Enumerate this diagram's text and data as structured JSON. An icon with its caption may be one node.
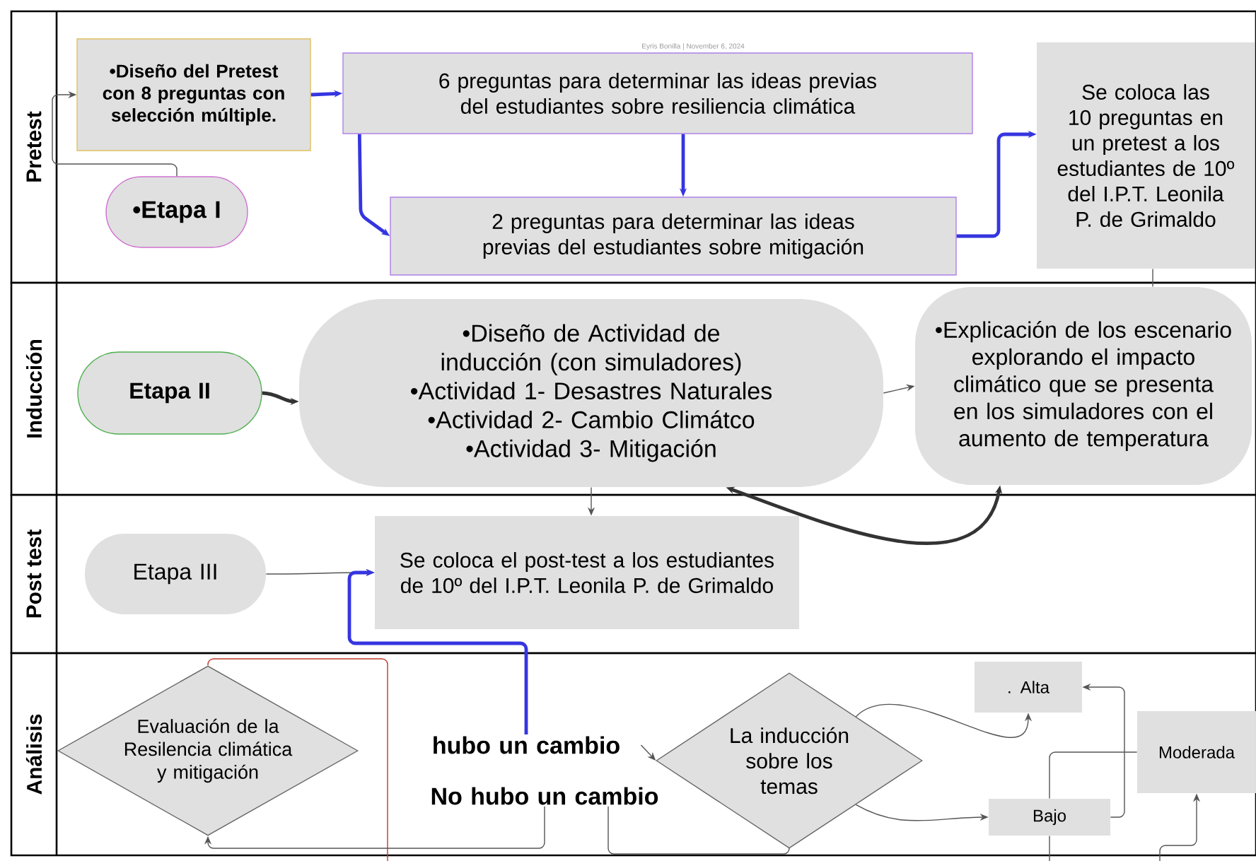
{
  "diagram": {
    "nodes": [
      {
        "text": [
          "Pretest"
        ]
      },
      {
        "text": [
          "•Diseño del Pretest con 8 preguntas con selección múltiple."
        ],
        "in": 0
      },
      {
        "text": [
          "•Etapa I"
        ],
        "in": 0
      },
      {
        "text": [
          "6 preguntas para determinar las ideas previas del estudiantes sobre resiliencia climática"
        ],
        "in": 0
      },
      {
        "text": [
          "2 preguntas para determinar las ideas previas del estudiantes sobre mitigación"
        ],
        "in": 0
      },
      {
        "text": [
          "Se coloca las 10 preguntas en un pretest a los estudiantes de 10º del I.P.T. Leonila P. de Grimaldo"
        ],
        "in": 0
      },
      {
        "text": [
          "Inducción"
        ]
      },
      {
        "text": [
          "Etapa II"
        ],
        "in": 6
      },
      {
        "text": [
          "•Diseño de Actividad de inducción (con simuladores)",
          "•Actividad 1- Desastres Naturales",
          "•Actividad 2- Cambio Climátco",
          "•Actividad 3- Mitigación"
        ],
        "in": 6
      },
      {
        "text": [
          "•Explicación de los escenario  explorando el impacto climático que se presenta en los simuladores con el aumento de temperatura"
        ],
        "in": 6
      },
      {
        "text": [
          "Post test"
        ]
      },
      {
        "text": [
          "Etapa III"
        ],
        "in": 10
      },
      {
        "text": [
          "Se coloca el post-test a los estudiantes de 10º del I.P.T. Leonila P. de Grimaldo"
        ],
        "in": 10
      },
      {
        "text": [
          "Análisis"
        ]
      },
      {
        "text": [
          "Evaluación de la Resilencia climática y mitigación"
        ],
        "in": 13
      },
      {
        "text": [
          "hubo un cambio"
        ],
        "in": 13
      },
      {
        "text": [
          "No  hubo un cambio"
        ],
        "in": 13
      },
      {
        "text": [
          "La inducción sobre los temas"
        ],
        "in": 13
      },
      {
        "text": [
          ". Alta"
        ],
        "in": 13
      },
      {
        "text": [
          "Moderada"
        ],
        "in": 13
      },
      {
        "text": [
          "Bajo"
        ],
        "in": 13
      }
    ],
    "edges": [
      {
        "from": 2,
        "to": 1,
        "arrow": "to"
      },
      {
        "from": 1,
        "to": 3,
        "arrow": "to",
        "style": "thick",
        "color": "#3535e0"
      },
      {
        "from": 3,
        "to": 4,
        "arrow": "to",
        "style": "thick",
        "color": "#3535e0"
      },
      {
        "from": 3,
        "to": 4,
        "arrow": "to",
        "style": "thick",
        "color": "#3535e0"
      },
      {
        "from": 4,
        "to": 5,
        "arrow": "to",
        "style": "thick",
        "color": "#3535e0"
      },
      {
        "from": 5,
        "to": 9,
        "arrow": "none"
      },
      {
        "from": 7,
        "to": 8,
        "arrow": "to",
        "style": "thick",
        "color": "#333333"
      },
      {
        "from": 8,
        "to": 9,
        "arrow": "to"
      },
      {
        "from": 8,
        "to": 9,
        "arrow": "both",
        "style": "thick",
        "color": "#333333"
      },
      {
        "from": 8,
        "to": 12,
        "arrow": "to"
      },
      {
        "from": 11,
        "to": 12,
        "arrow": "to"
      },
      {
        "from": 15,
        "to": 12,
        "arrow": "to",
        "style": "thick",
        "color": "#3535e0"
      },
      {
        "from": 14,
        "to": null,
        "arrow": "none",
        "color": "#c0392b"
      },
      {
        "from": 15,
        "to": 17,
        "arrow": "to"
      },
      {
        "from": 16,
        "to": 14,
        "arrow": "to"
      },
      {
        "from": 17,
        "to": 16,
        "arrow": "none"
      },
      {
        "from": 17,
        "to": 18,
        "arrow": "to"
      },
      {
        "from": 17,
        "to": 20,
        "arrow": "to"
      },
      {
        "from": 20,
        "to": 18,
        "arrow": "to"
      },
      {
        "from": 19,
        "to": 20,
        "arrow": "none"
      },
      {
        "from": 20,
        "to": null,
        "arrow": "none"
      },
      {
        "from": null,
        "to": 19,
        "arrow": "to"
      }
    ],
    "labels": [
      "Eyris Bonilla  |  November 6, 2024"
    ]
  }
}
